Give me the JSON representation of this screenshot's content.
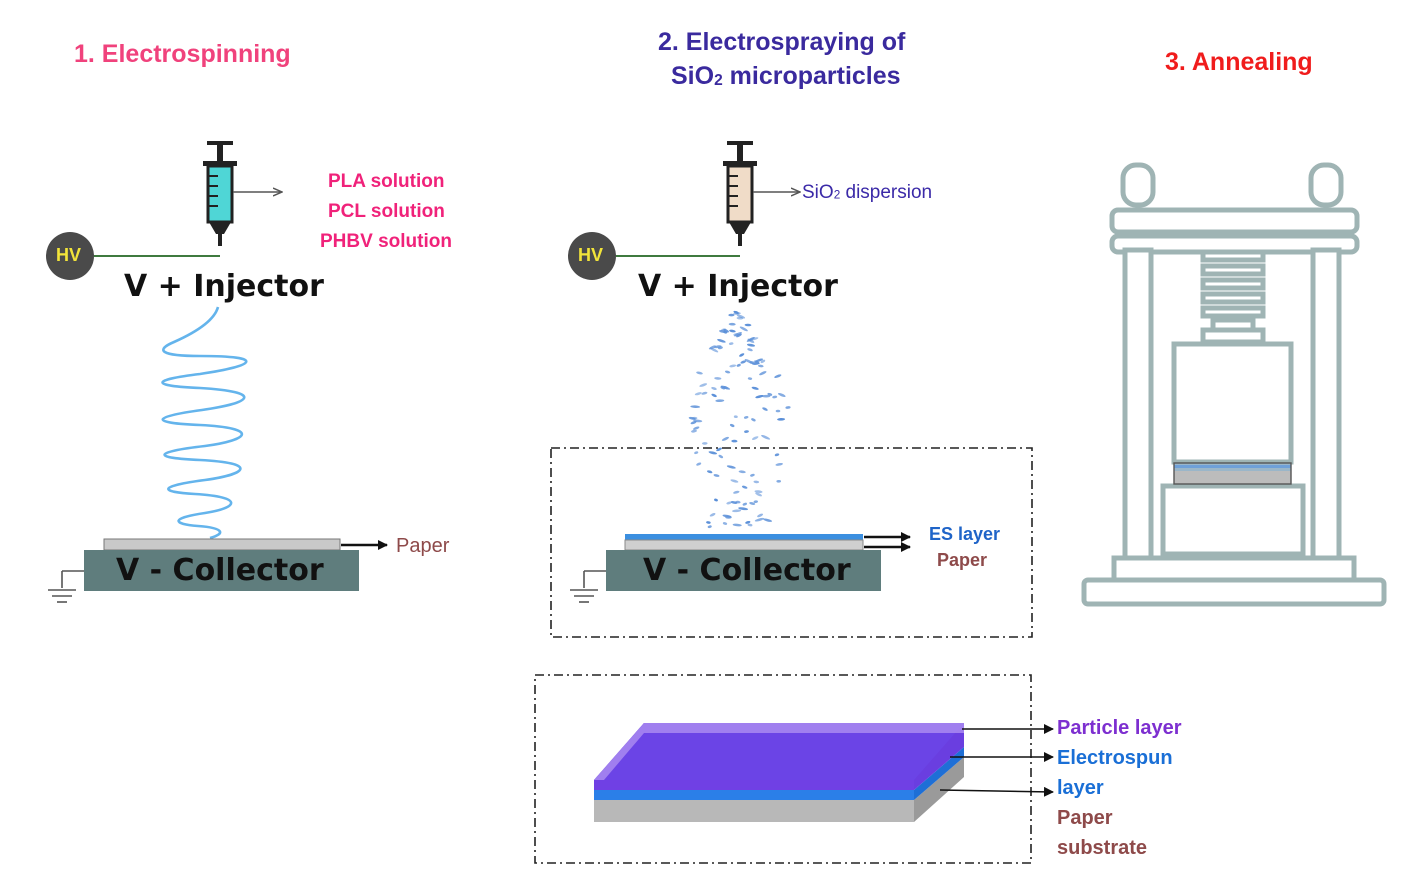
{
  "steps": {
    "step1": {
      "title": "1. Electrospinning"
    },
    "step2": {
      "title_line1": "2. Electrospraying of",
      "title_line2_pre": "SiO",
      "title_line2_sub": "2",
      "title_line2_post": " microparticles"
    },
    "step3": {
      "title": "3. Annealing"
    }
  },
  "panel1": {
    "hv_label": "HV",
    "injector_label": "V + Injector",
    "collector_label": "V - Collector",
    "solutions": [
      "PLA solution",
      "PCL solution",
      "PHBV solution"
    ],
    "paper_label": "Paper"
  },
  "panel2": {
    "hv_label": "HV",
    "injector_label": "V + Injector",
    "collector_label": "V - Collector",
    "dispersion_pre": "SiO",
    "dispersion_sub": "2",
    "dispersion_post": " dispersion",
    "es_layer_label": "ES layer",
    "paper_label": "Paper"
  },
  "layers": {
    "particle_layer": "Particle layer",
    "electrospun_line1": "Electrospun",
    "electrospun_line2": "layer",
    "paper_line1": "Paper",
    "paper_line2": "substrate"
  },
  "colors": {
    "step1_title": "#f0427c",
    "step2_title": "#3a2a9e",
    "step3_title": "#f01c1c",
    "solution_text": "#f0227a",
    "dispersion_text": "#3b2aa8",
    "paper_text": "#8e4a4a",
    "es_layer_text": "#1f64c8",
    "particle_text": "#7d2fd0",
    "electrospun_text": "#1a6fd6",
    "collector": "#5f7d7d",
    "press": "#9fb4b4",
    "fiber": "#64b4ec",
    "hv_circle": "#4a4a4a",
    "hv_text": "#f2e43a"
  }
}
